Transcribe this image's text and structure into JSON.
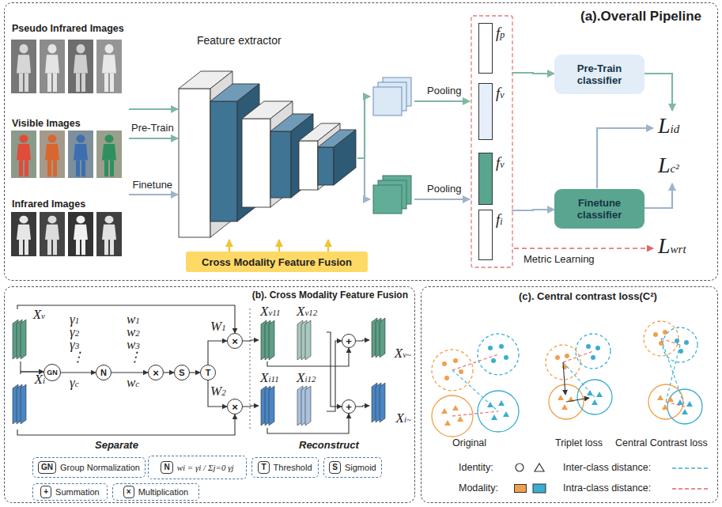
{
  "diagram": {
    "nodes": [
      {
        "text": [
          "(a).Overall Pipeline"
        ]
      },
      {
        "text": [
          "Pseudo Infrared Images"
        ],
        "in": 0
      },
      {
        "text": [
          "Visible Images"
        ],
        "in": 0
      },
      {
        "text": [
          "Infrared Images"
        ],
        "in": 0
      },
      {
        "text": [
          "Feature extractor"
        ],
        "in": 0
      },
      {
        "text": [
          "Cross Modality Feature Fusion"
        ],
        "in": 0
      },
      {
        "text": [
          "fp"
        ],
        "in": 0
      },
      {
        "text": [
          "fv"
        ],
        "in": 0
      },
      {
        "text": [
          "fv"
        ],
        "in": 0
      },
      {
        "text": [
          "fi"
        ],
        "in": 0
      },
      {
        "text": [
          "Pre-Train classifier"
        ],
        "in": 0
      },
      {
        "text": [
          "Finetune classifier"
        ],
        "in": 0
      },
      {
        "text": [
          "(b). Cross Modality Feature Fusion"
        ]
      },
      {
        "text": [
          "Xv"
        ],
        "in": 12
      },
      {
        "text": [
          "Xi"
        ],
        "in": 12
      },
      {
        "text": [
          "GN"
        ],
        "in": 12
      },
      {
        "text": [
          "N"
        ],
        "in": 12
      },
      {
        "text": [
          "×"
        ],
        "in": 12
      },
      {
        "text": [
          "S"
        ],
        "in": 12
      },
      {
        "text": [
          "T"
        ],
        "in": 12
      },
      {
        "text": [
          "×"
        ],
        "in": 12
      },
      {
        "text": [
          "×"
        ],
        "in": 12
      },
      {
        "text": [
          "Xv11"
        ],
        "in": 12
      },
      {
        "text": [
          "Xv12"
        ],
        "in": 12
      },
      {
        "text": [
          "Xi11"
        ],
        "in": 12
      },
      {
        "text": [
          "Xi12"
        ],
        "in": 12
      },
      {
        "text": [
          "+"
        ],
        "in": 12
      },
      {
        "text": [
          "+"
        ],
        "in": 12
      },
      {
        "text": [
          "Xv~"
        ],
        "in": 12
      },
      {
        "text": [
          "Xi~"
        ],
        "in": 12
      },
      {
        "text": [
          "GN",
          "Group Normalization"
        ],
        "in": 12
      },
      {
        "text": [
          "N",
          "wi = γi / Σj=0 γj"
        ],
        "in": 12
      },
      {
        "text": [
          "T",
          "Threshold"
        ],
        "in": 12
      },
      {
        "text": [
          "S",
          "Sigmoid"
        ],
        "in": 12
      },
      {
        "text": [
          "+",
          "Summation"
        ],
        "in": 12
      },
      {
        "text": [
          "×",
          "Multiplication"
        ],
        "in": 12
      },
      {
        "text": [
          "(c). Central contrast loss(C²)"
        ]
      }
    ],
    "edges": [
      {
        "from": 1,
        "to": 4,
        "arrow": "to"
      },
      {
        "from": 2,
        "to": 4,
        "label": "Pre-Train",
        "arrow": "to"
      },
      {
        "from": 3,
        "to": 4,
        "label": "Finetune",
        "arrow": "to"
      },
      {
        "from": 5,
        "to": 4,
        "arrow": "to"
      },
      {
        "from": 5,
        "to": 4,
        "arrow": "to"
      },
      {
        "from": 5,
        "to": 4,
        "arrow": "to"
      },
      {
        "from": 6,
        "to": 10,
        "arrow": "to"
      },
      {
        "from": 9,
        "to": 11,
        "arrow": "to"
      },
      {
        "from": 13,
        "to": 15,
        "arrow": "to"
      },
      {
        "from": 14,
        "to": 15,
        "arrow": "to"
      },
      {
        "from": 15,
        "to": 16,
        "arrow": "to"
      },
      {
        "from": 16,
        "to": 17,
        "arrow": "to"
      },
      {
        "from": 17,
        "to": 18,
        "arrow": "to"
      },
      {
        "from": 18,
        "to": 19,
        "arrow": "to"
      },
      {
        "from": 19,
        "to": 20,
        "arrow": "to"
      },
      {
        "from": 19,
        "to": 21,
        "arrow": "to"
      },
      {
        "from": 13,
        "to": 20,
        "arrow": "to"
      },
      {
        "from": 14,
        "to": 21,
        "arrow": "to"
      },
      {
        "from": 20,
        "to": 22,
        "arrow": "to"
      },
      {
        "from": 21,
        "to": 24,
        "arrow": "to"
      },
      {
        "from": 22,
        "to": 26,
        "arrow": "to"
      },
      {
        "from": 25,
        "to": 26,
        "arrow": "to"
      },
      {
        "from": 23,
        "to": 27,
        "arrow": "to"
      },
      {
        "from": 24,
        "to": 27,
        "arrow": "to"
      },
      {
        "from": 26,
        "to": 28,
        "arrow": "to"
      },
      {
        "from": 27,
        "to": 29,
        "arrow": "to"
      }
    ],
    "labels": [
      "Pooling",
      "Pooling",
      "Lid",
      "Lc²",
      "Lwrt",
      "Metric Learning",
      "γ1",
      "γ2",
      "γ3",
      "⋮",
      "γc",
      "w1",
      "w2",
      "w3",
      "⋮",
      "wc",
      "W1",
      "W2",
      "Separate",
      "Reconstruct",
      "Original",
      "Triplet loss",
      "Central Contrast loss"
    ],
    "legend": [
      {
        "text": "Identity:"
      },
      {
        "text": "Inter-class distance:"
      },
      {
        "text": "Modality:",
        "color": "#f0a04b"
      },
      {
        "text": "Intra-class distance:"
      }
    ]
  }
}
